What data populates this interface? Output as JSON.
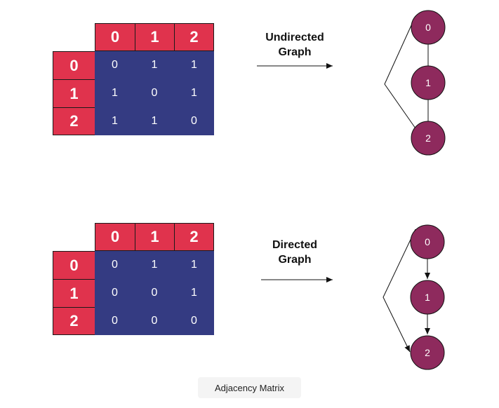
{
  "undirected": {
    "col_headers": [
      "0",
      "1",
      "2"
    ],
    "row_headers": [
      "0",
      "1",
      "2"
    ],
    "matrix": [
      [
        "0",
        "1",
        "1"
      ],
      [
        "1",
        "0",
        "1"
      ],
      [
        "1",
        "1",
        "0"
      ]
    ],
    "arrow_label_line1": "Undirected",
    "arrow_label_line2": "Graph",
    "nodes": [
      "0",
      "1",
      "2"
    ]
  },
  "directed": {
    "col_headers": [
      "0",
      "1",
      "2"
    ],
    "row_headers": [
      "0",
      "1",
      "2"
    ],
    "matrix": [
      [
        "0",
        "1",
        "1"
      ],
      [
        "0",
        "0",
        "1"
      ],
      [
        "0",
        "0",
        "0"
      ]
    ],
    "arrow_label_line1": "Directed",
    "arrow_label_line2": "Graph",
    "nodes": [
      "0",
      "1",
      "2"
    ]
  },
  "caption": "Adjacency Matrix",
  "colors": {
    "header_red": "#e0334d",
    "matrix_blue": "#343b82",
    "node_purple": "#8e2a5d"
  }
}
